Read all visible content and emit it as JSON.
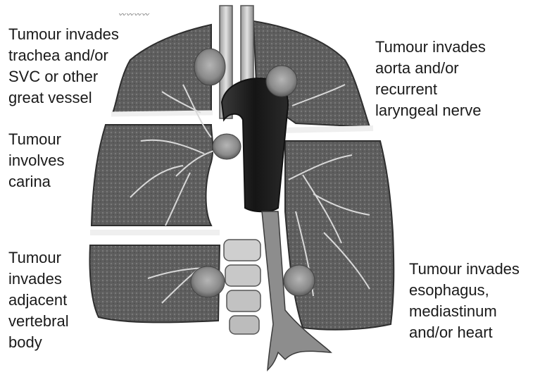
{
  "labels": {
    "trachea": "Tumour invades\ntrachea and/or\nSVC or other\ngreat vessel",
    "aorta": "Tumour invades\naorta and/or\nrecurrent\nlaryngeal nerve",
    "carina": "Tumour\ninvolves\ncarina",
    "vertebral": "Tumour\ninvades\nadjacent\nvertebral\nbody",
    "esophagus": "Tumour invades\nesophagus,\nmediastinum\nand/or heart"
  },
  "artist_signature": "illegible handwritten signature",
  "colors": {
    "lung_tissue": "#6b6b6b",
    "fissure": "#e8e8e8",
    "aorta": "#1f1f1f",
    "tumour": "#8a8a8a",
    "background": "#ffffff"
  }
}
